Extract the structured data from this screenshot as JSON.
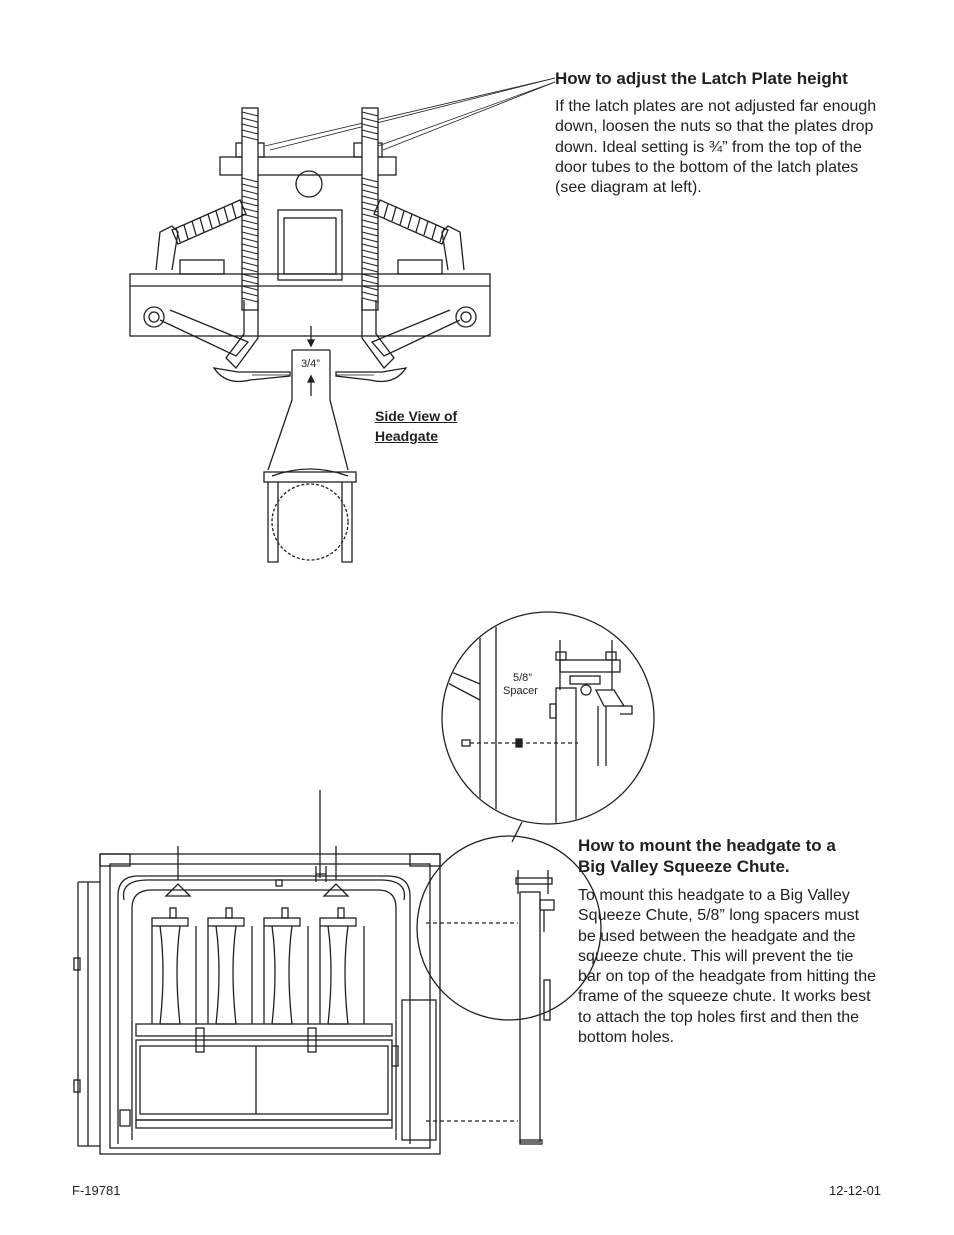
{
  "section1": {
    "heading": "How to adjust the Latch Plate height",
    "body": "If the latch plates are not adjusted far enough down, loosen the nuts so that the plates drop down.  Ideal setting is ¾” from the top of the door tubes to the bottom of the latch plates (see diagram at left).",
    "dimension_label": "3/4”",
    "view_label_line1": "Side View of",
    "view_label_line2": "Headgate"
  },
  "section2": {
    "heading_line1": "How to mount the headgate to a",
    "heading_line2": "Big Valley Squeeze Chute.",
    "body": "To mount this headgate to a Big Valley Squeeze Chute,  5/8” long spacers must be used between the headgate and the squeeze chute. This will prevent the tie bar on top of the headgate from hitting the frame of the squeeze chute.  It works best to attach the top holes first and then the bottom holes.",
    "spacer_label_line1": "5/8”",
    "spacer_label_line2": "Spacer"
  },
  "footer": {
    "doc_number": "F-19781",
    "date": "12-12-01"
  }
}
